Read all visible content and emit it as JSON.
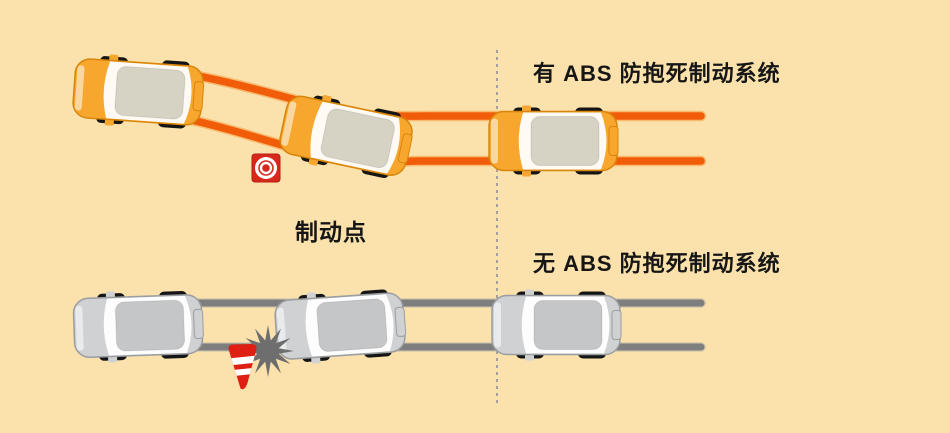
{
  "diagram_title": "ABS vs no-ABS braking comparison (top-down illustration)",
  "labels": {
    "with_abs": "有 ABS 防抱死制动系统",
    "without_abs": "无 ABS 防抱死制动系统",
    "braking_point": "制动点"
  },
  "rows": [
    {
      "id": "with-abs",
      "label": "有 ABS 防抱死制动系统",
      "car_positions": 3,
      "outcome": "car steers around obstacle, curved tire tracks",
      "marker": "bullseye-braking-point"
    },
    {
      "id": "without-abs",
      "label": "无 ABS 防抱死制动系统",
      "car_positions": 3,
      "outcome": "car skids straight and hits traffic cone, crash burst",
      "marker": "crash-burst-and-cone"
    }
  ],
  "icons": {
    "braking_point_marker": "bullseye-icon",
    "crash": "starburst-icon",
    "obstacle": "traffic-cone-icon"
  },
  "colors": {
    "background": "#FBE2AC",
    "text": "#161616",
    "abs_track": "#F15C09",
    "abs_track_halo": "#F59A3F",
    "noabs_track": "#7E7E7E",
    "noabs_track_halo": "#ABABAB",
    "divider": "#9A9A9A",
    "abs_car_body": "#F7A62E",
    "abs_car_edge": "#D8860B",
    "abs_car_roof": "#D6D3C5",
    "noabs_car_body": "#CFD1D3",
    "noabs_car_edge": "#9B9EA0",
    "noabs_car_roof": "#C4C6C8",
    "tire": "#151515",
    "crash_star": "#6E6E6E",
    "cone_red": "#DF1F14",
    "bullseye_red": "#D8281C"
  }
}
